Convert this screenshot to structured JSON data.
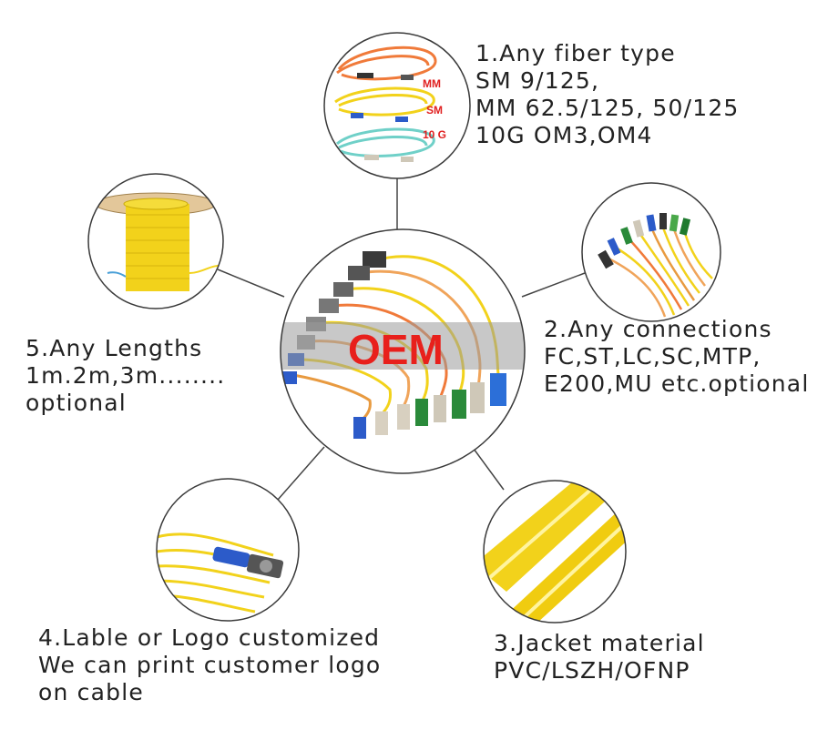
{
  "center": {
    "label": "OEM"
  },
  "features": {
    "fiber_type": {
      "lines": [
        "1.Any fiber type",
        "SM 9/125,",
        "MM 62.5/125, 50/125",
        "10G OM3,OM4"
      ],
      "tags": [
        "MM",
        "SM",
        "10 G"
      ]
    },
    "connections": {
      "lines": [
        "2.Any connections",
        "FC,ST,LC,SC,MTP,",
        "E200,MU etc.optional"
      ]
    },
    "jacket": {
      "lines": [
        "3.Jacket material",
        "PVC/LSZH/OFNP"
      ]
    },
    "logo": {
      "lines": [
        "4.Lable or Logo customized",
        "We can print customer logo",
        "on cable"
      ]
    },
    "lengths": {
      "lines": [
        "5.Any Lengths",
        "1m.2m,3m........",
        "optional"
      ]
    }
  },
  "colors": {
    "circle_stroke": "#3a3a3a",
    "connector_line": "#444444",
    "oem_text": "#e8201c",
    "oem_band": "#9a9a9a",
    "yellow_cable": "#f2d21b",
    "orange_cable": "#f07a3a",
    "aqua_cable": "#6fd0c8",
    "tag_red": "#e02020"
  }
}
